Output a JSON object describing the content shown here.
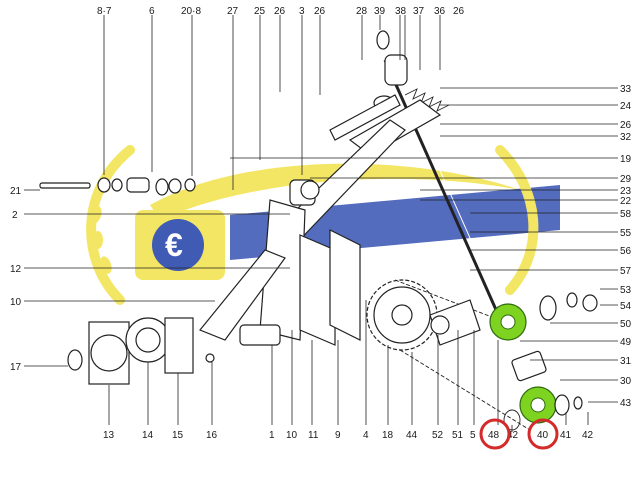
{
  "diagram": {
    "top_labels": [
      "8·7",
      "6",
      "20·8",
      "27",
      "25",
      "26",
      "3",
      "26",
      "28",
      "39",
      "38",
      "37",
      "36",
      "26"
    ],
    "left_labels": [
      "21",
      "2",
      "12",
      "10",
      "17"
    ],
    "right_labels": [
      "33",
      "24",
      "26",
      "32",
      "19",
      "29",
      "23",
      "22",
      "58",
      "55",
      "56",
      "57",
      "53",
      "54",
      "50",
      "49",
      "31",
      "30",
      "43"
    ],
    "bottom_labels": [
      "13",
      "14",
      "15",
      "16",
      "1",
      "10",
      "11",
      "9",
      "4",
      "18",
      "44",
      "52",
      "51",
      "5",
      "48",
      "42",
      "40",
      "41",
      "42"
    ],
    "highlighted_labels": [
      "48",
      "40"
    ],
    "highlight_color": "#d42a2a",
    "highlight_part_color": "#7ed321",
    "watermark_colors": [
      "#1f3fa8",
      "#f2e24a"
    ]
  }
}
